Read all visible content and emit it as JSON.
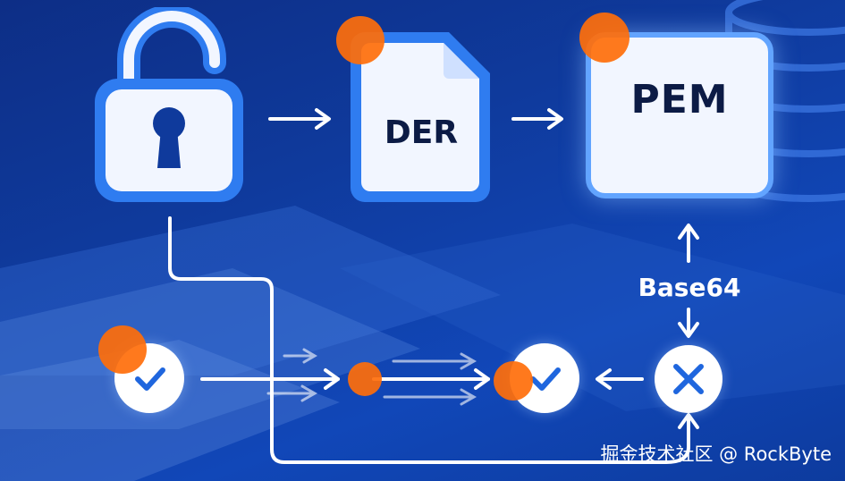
{
  "nodes": {
    "der": {
      "label": "DER"
    },
    "pem": {
      "label": "PEM"
    },
    "encoding": {
      "label": "Base64"
    }
  },
  "watermark": {
    "text": "掘金技术社区 @ RockByte"
  },
  "colors": {
    "background": "#0f3a9c",
    "accent_blue": "#2f7cf0",
    "accent_orange": "#ff6e0a",
    "card_fill": "#f2f6ff",
    "label_text": "#0c1b45"
  },
  "icons": [
    "open-padlock-icon",
    "document-icon",
    "check-icon",
    "cross-icon",
    "arrow-icon",
    "database-icon"
  ]
}
